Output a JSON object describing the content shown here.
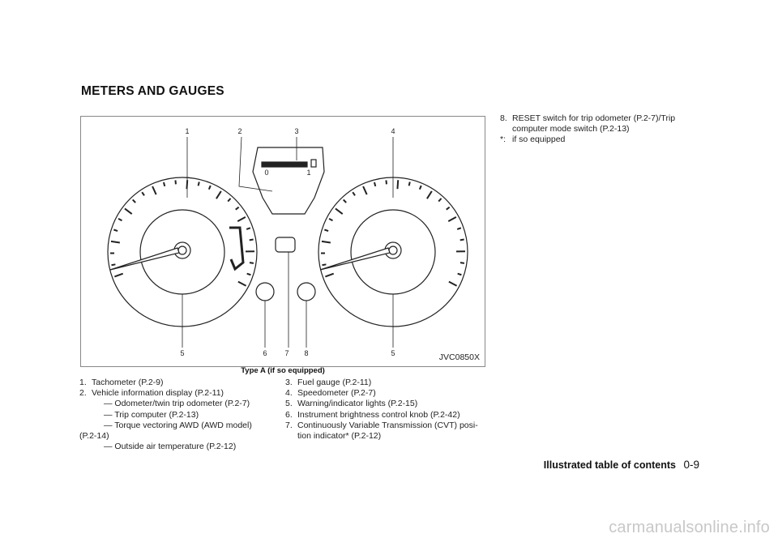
{
  "section_title": "METERS AND GAUGES",
  "figure": {
    "code": "JVC0850X",
    "caption": "Type A (if so equipped)",
    "callouts": [
      "1",
      "2",
      "3",
      "4",
      "5",
      "6",
      "7",
      "8",
      "5"
    ],
    "fuel_scale": [
      "0",
      "1"
    ]
  },
  "items_col1": [
    {
      "num": "1.",
      "text": "Tachometer (P.2-9)"
    },
    {
      "num": "2.",
      "text": "Vehicle information display (P.2-11)"
    }
  ],
  "sub_items": [
    "— Odometer/twin trip odometer (P.2-7)",
    "— Trip computer (P.2-13)",
    "— Torque vectoring AWD (AWD model)",
    "(P.2-14)",
    "— Outside air temperature (P.2-12)"
  ],
  "items_col2": [
    {
      "num": "3.",
      "text": "Fuel gauge (P.2-11)"
    },
    {
      "num": "4.",
      "text": "Speedometer (P.2-7)"
    },
    {
      "num": "5.",
      "text": "Warning/indicator lights (P.2-15)"
    },
    {
      "num": "6.",
      "text": "Instrument brightness control knob (P.2-42)"
    },
    {
      "num": "7.",
      "text": "Continuously Variable Transmission (CVT) posi-tion indicator* (P.2-12)"
    }
  ],
  "items_col3": [
    {
      "num": "8.",
      "text": "RESET switch for trip odometer (P.2-7)/Trip computer mode switch (P.2-13)"
    },
    {
      "num": "*:",
      "text": "if so equipped"
    }
  ],
  "footer": {
    "title": "Illustrated table of contents",
    "page": "0-9"
  },
  "watermark": "carmanualsonline.info"
}
